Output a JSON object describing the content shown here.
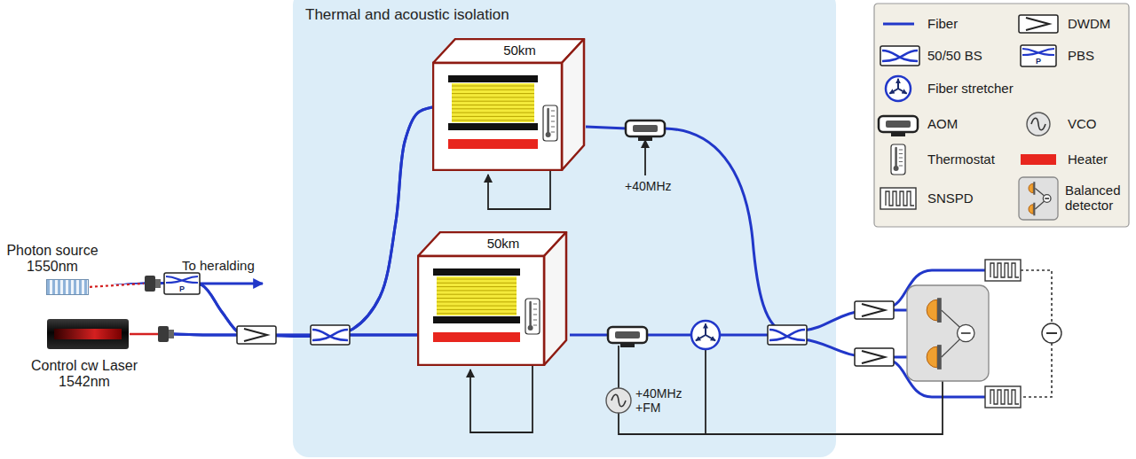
{
  "diagram": {
    "nodes": [
      {
        "text": [
          "Thermal and acoustic isolation"
        ]
      },
      {
        "text": [
          "50km"
        ],
        "in": 0
      },
      {
        "text": [
          "50km"
        ],
        "in": 0
      },
      {
        "text": [
          "Photon source 1550nm"
        ]
      },
      {
        "text": [
          "Control cw Laser 1542nm"
        ]
      }
    ],
    "edges": [
      {
        "from": 3,
        "to": 1,
        "arrow": "none"
      },
      {
        "from": 3,
        "to": 2,
        "arrow": "none"
      },
      {
        "from": 4,
        "to": 1,
        "arrow": "none"
      },
      {
        "from": 4,
        "to": 2,
        "arrow": "none"
      }
    ],
    "labels": [
      "To heralding",
      "P",
      "+40MHz",
      "+40MHz +FM",
      "P"
    ],
    "legend": [
      {
        "text": "Fiber"
      },
      {
        "text": "DWDM"
      },
      {
        "text": "50/50 BS"
      },
      {
        "text": "PBS"
      },
      {
        "text": "Fiber stretcher"
      },
      {
        "text": "AOM"
      },
      {
        "text": "VCO"
      },
      {
        "text": "Thermostat"
      },
      {
        "text": "Heater",
        "color": "#e8261e"
      },
      {
        "text": "SNSPD"
      },
      {
        "text": "Balanced detector"
      }
    ]
  }
}
